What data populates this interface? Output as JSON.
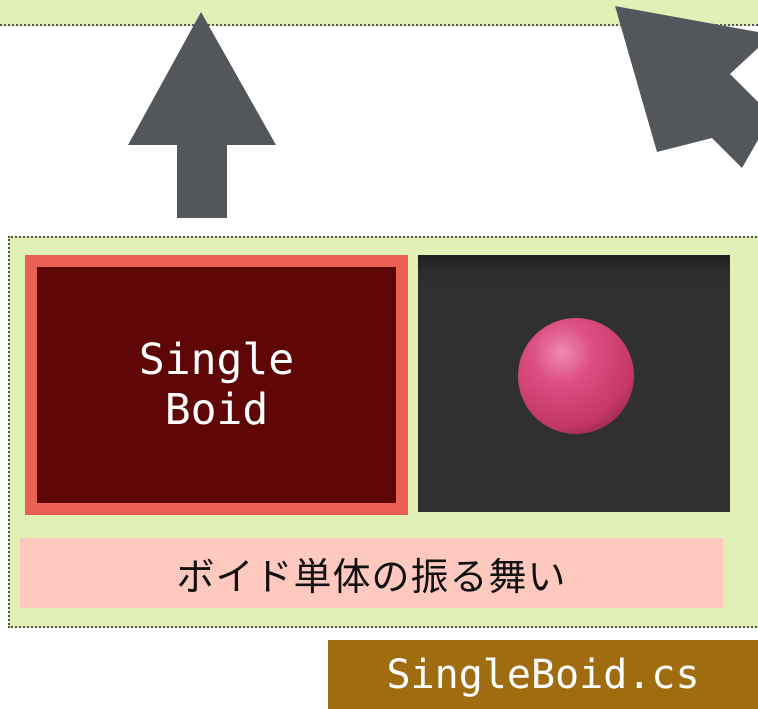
{
  "colors": {
    "module_bg": "#e1f0b5",
    "arrow": "#53575c",
    "boid_border": "#eb6054",
    "boid_fill": "#5e0505",
    "preview_bg": "#303030",
    "sphere": "#d94679",
    "caption_bg": "#ffc9c0",
    "file_label_bg": "#a06c10"
  },
  "icons": {
    "up_arrow": "arrow-up-icon",
    "diagonal_arrow": "arrow-up-left-icon"
  },
  "module": {
    "title_line1": "Single",
    "title_line2": "Boid",
    "caption": "ボイド単体の振る舞い"
  },
  "file_label": "SingleBoid.cs"
}
